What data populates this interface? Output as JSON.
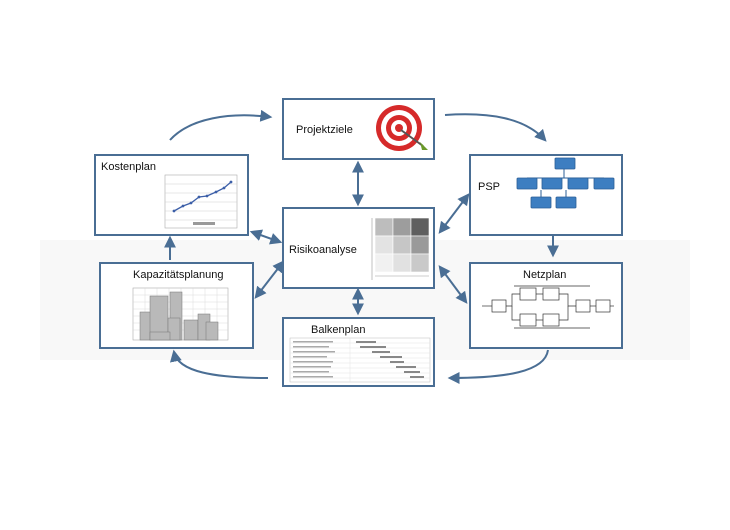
{
  "nodes": {
    "projektziele": {
      "label": "Projektziele"
    },
    "kostenplan": {
      "label": "Kostenplan"
    },
    "psp": {
      "label": "PSP"
    },
    "risikoanalyse": {
      "label": "Risikoanalyse"
    },
    "kapazitaetsplanung": {
      "label": "Kapazitätsplanung"
    },
    "netzplan": {
      "label": "Netzplan"
    },
    "balkenplan": {
      "label": "Balkenplan"
    }
  },
  "colors": {
    "border": "#4a6e94",
    "arrow": "#4a6e94",
    "psp_box": "#3d7ec1",
    "target_red": "#d62a2a",
    "chart_line": "#3c5fa8"
  },
  "icons": {
    "projektziele": "target-icon",
    "psp": "org-chart-icon",
    "risikoanalyse": "risk-matrix-icon",
    "netzplan": "network-diagram-icon",
    "kostenplan": "line-chart-icon",
    "kapazitaetsplanung": "capacity-chart-icon",
    "balkenplan": "gantt-chart-icon"
  }
}
